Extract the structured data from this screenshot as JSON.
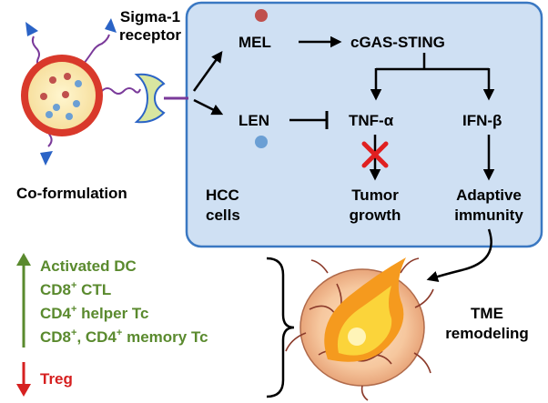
{
  "labels": {
    "sigma_line1": "Sigma-1",
    "sigma_line2": "receptor",
    "coformulation": "Co-formulation",
    "mel": "MEL",
    "len": "LEN",
    "cgas": "cGAS-STING",
    "tnf": "TNF-α",
    "ifn": "IFN-β",
    "hcc_line1": "HCC",
    "hcc_line2": "cells",
    "tumor_line1": "Tumor",
    "tumor_line2": "growth",
    "adaptive_line1": "Adaptive",
    "adaptive_line2": "immunity",
    "tme_line1": "TME",
    "tme_line2": "remodeling",
    "up_list": [
      {
        "main": "Activated DC",
        "sup": "",
        "tail": ""
      },
      {
        "main": "CD8",
        "sup": "+",
        "tail": " CTL"
      },
      {
        "main": "CD4",
        "sup": "+",
        "tail": " helper Tc"
      },
      {
        "main": "CD8",
        "sup": "+",
        "tail": ", CD4",
        "sup2": "+",
        "tail2": " memory Tc"
      }
    ],
    "treg": "Treg"
  },
  "colors": {
    "panel_fill": "#cfe0f3",
    "panel_stroke": "#3a78c2",
    "mel_dot": "#c0504d",
    "len_dot": "#6b9fd4",
    "nanoparticle_ring": "#d9392b",
    "nanoparticle_core": "#f7e6a8",
    "linker": "#7a3a9a",
    "ligand": "#2a63c6",
    "receptor": "#d8e6a0",
    "up_green": "#5a8a2e",
    "down_red": "#d62020",
    "inhibit_x": "#e02020"
  }
}
